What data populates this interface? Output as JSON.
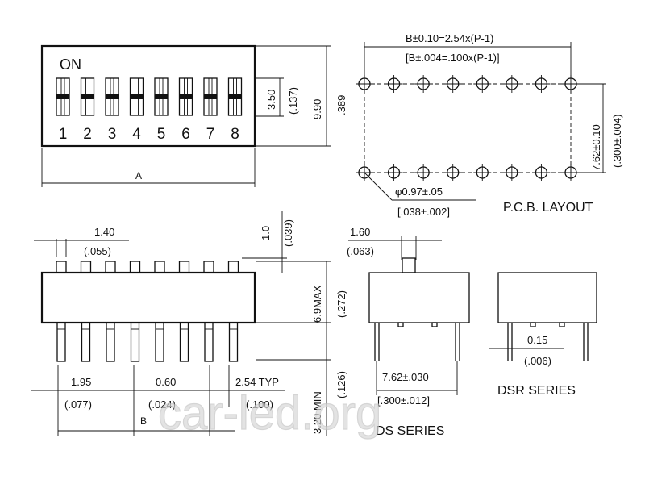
{
  "top_view": {
    "on_label": "ON",
    "switch_numbers": [
      "1",
      "2",
      "3",
      "4",
      "5",
      "6",
      "7",
      "8"
    ],
    "dim_3_50": "3.50",
    "dim_137": "(.137)",
    "dim_9_90": "9.90",
    "dim_389": ".389",
    "dim_A": "A"
  },
  "pcb_layout": {
    "title": "P.C.B. LAYOUT",
    "dim_b_mm": "B±0.10=2.54x(P-1)",
    "dim_b_in": "[B±.004=.100x(P-1)]",
    "dim_row_mm": "7.62±0.10",
    "dim_row_in": "(.300±.004)",
    "dim_hole_mm": "φ0.97±.05",
    "dim_hole_in": "[.038±.002]"
  },
  "side_view": {
    "dim_1_40": "1.40",
    "dim_055": "(.055)",
    "dim_1_0": "1.0",
    "dim_039": "(.039)",
    "dim_6_9max": "6.9MAX",
    "dim_272": "(.272)",
    "dim_3_20min": "3.20 MIN",
    "dim_126": "(.126)",
    "dim_1_95": "1.95",
    "dim_077": "(.077)",
    "dim_0_60": "0.60",
    "dim_024": "(.024)",
    "dim_2_54typ": "2.54 TYP",
    "dim_100": "(.100)",
    "dim_B": "B"
  },
  "ds_series": {
    "title": "DS SERIES",
    "dim_1_60": "1.60",
    "dim_063": "(.063)",
    "dim_7_62": "7.62±.030",
    "dim_300": "[.300±.012]"
  },
  "dsr_series": {
    "title": "DSR SERIES",
    "dim_0_15": "0.15",
    "dim_006": "(.006)"
  },
  "watermark": "car-led.org"
}
